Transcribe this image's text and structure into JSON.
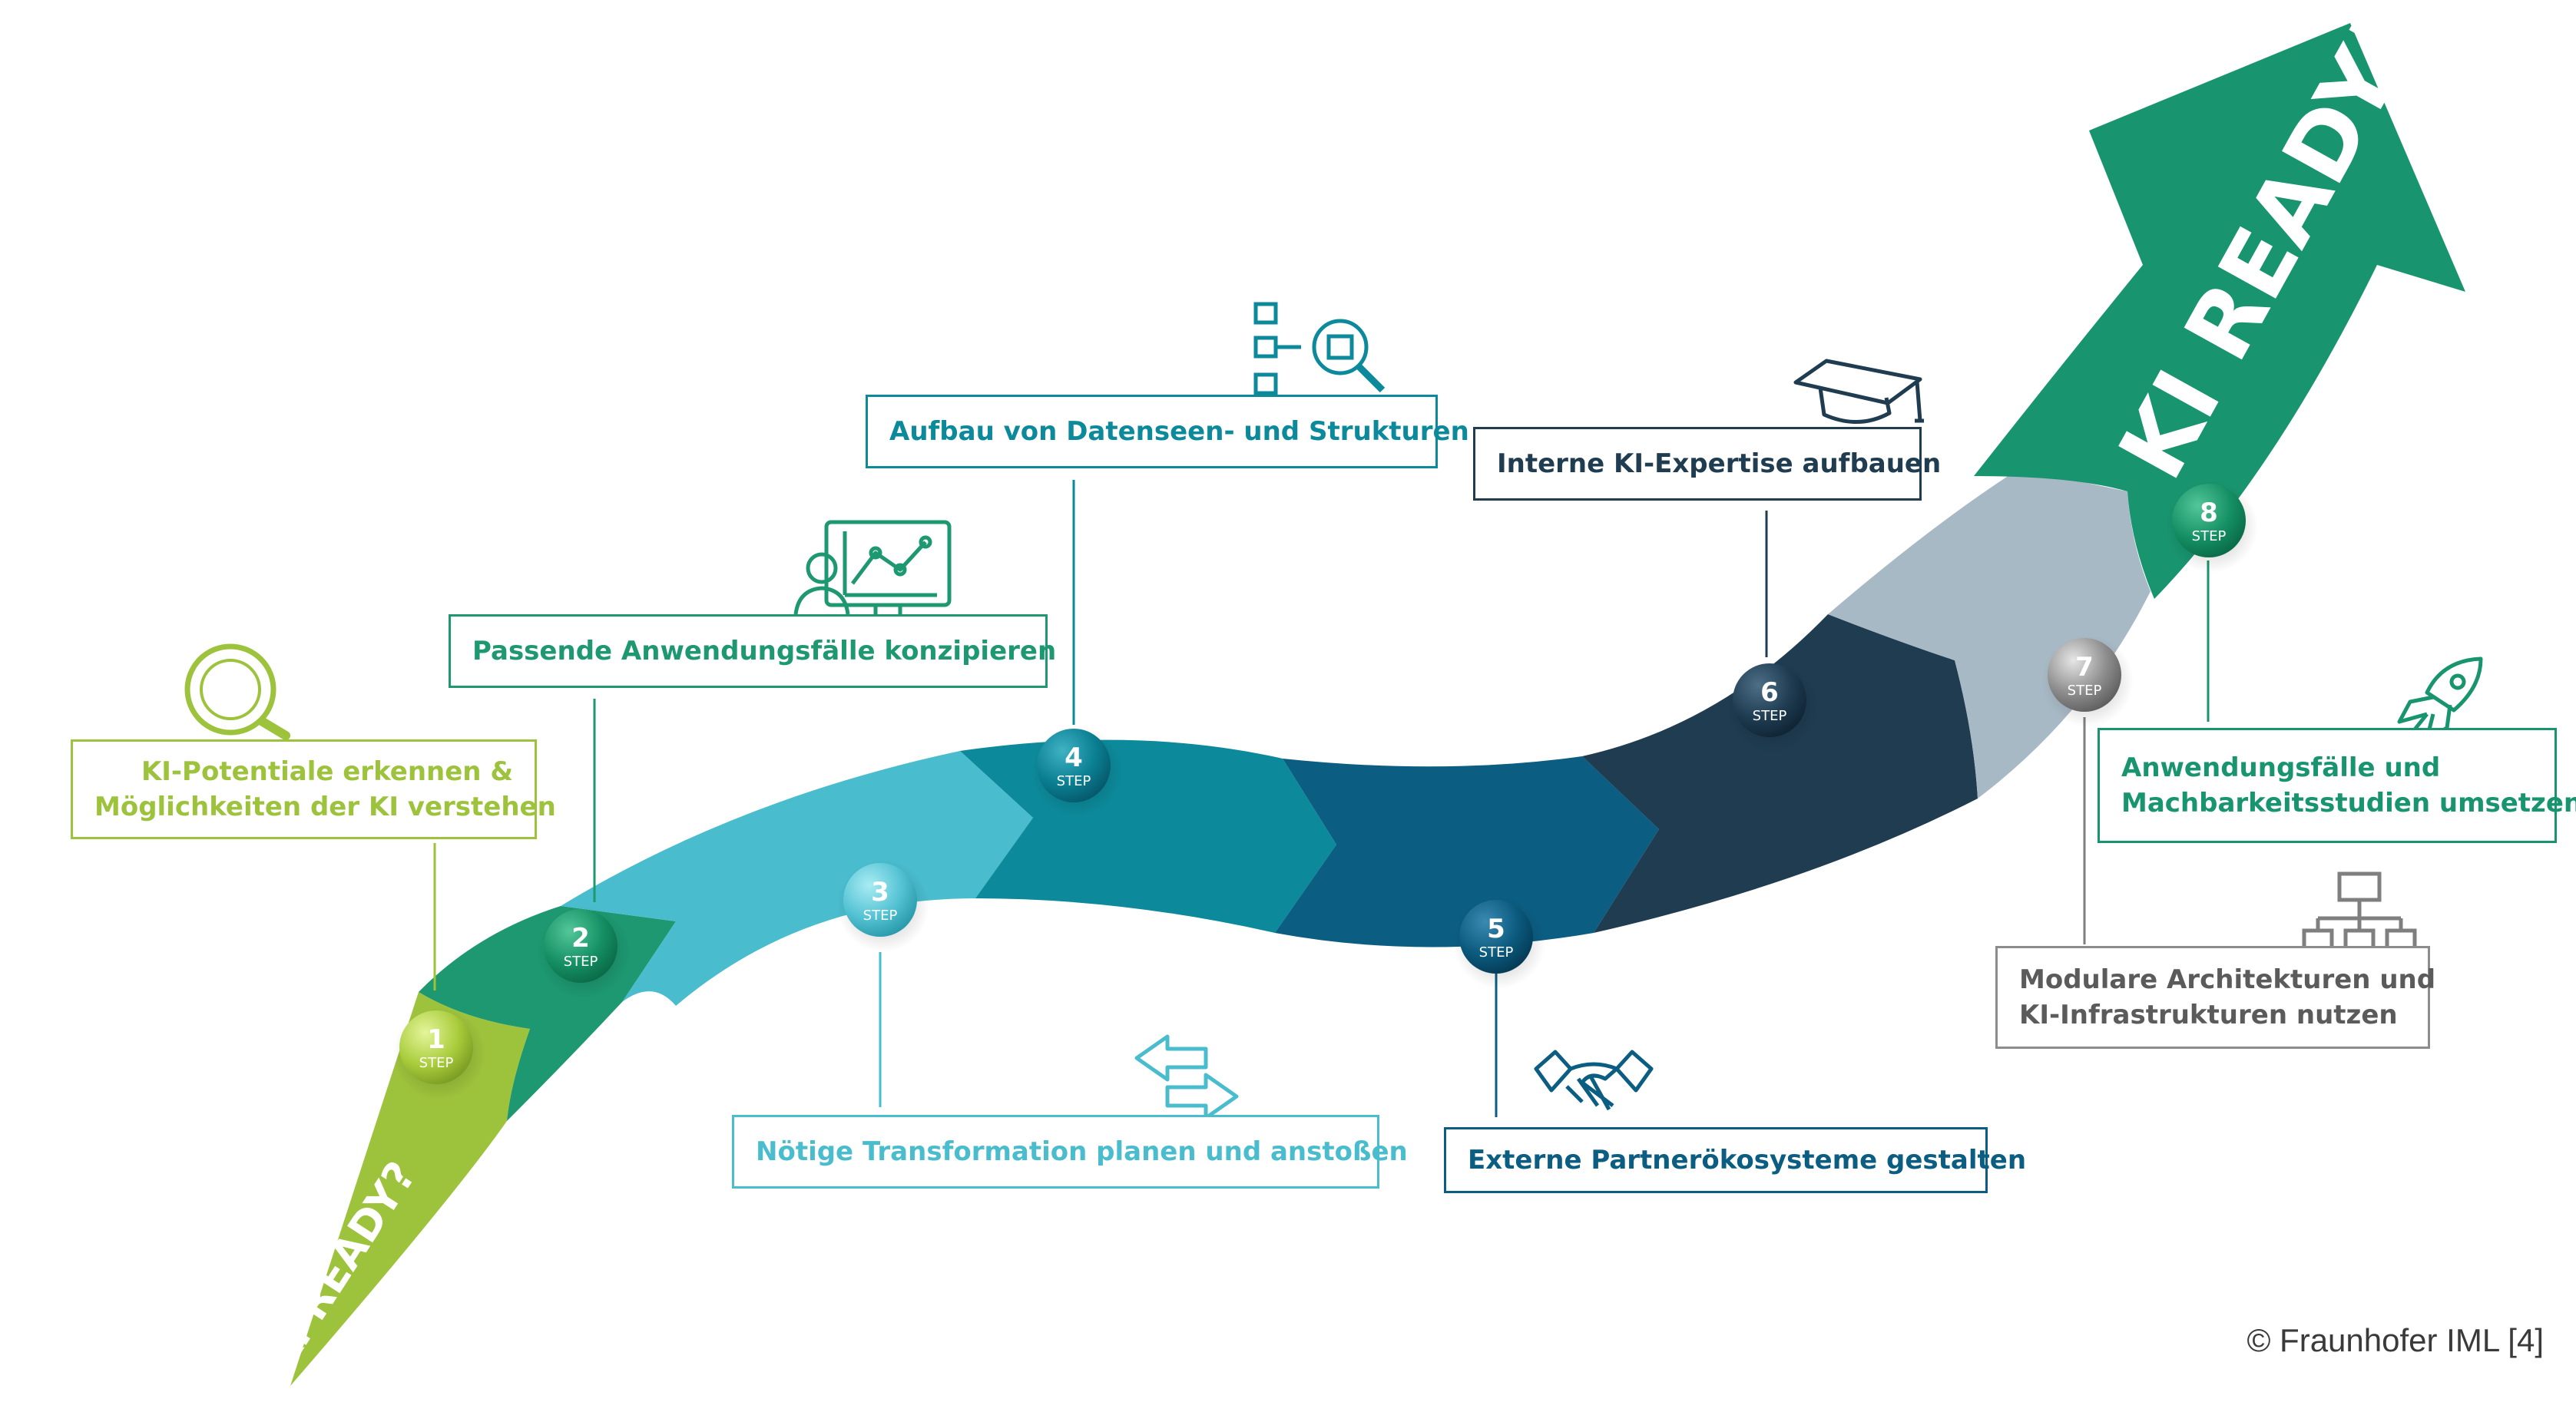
{
  "colors": {
    "lime": "#9dc23c",
    "green": "#1d9870",
    "light_teal": "#49bccd",
    "teal": "#0c8a9b",
    "blue": "#0b5d82",
    "navy": "#1f3c51",
    "grey": "#a8b9c6",
    "arrow_green": "#18946f"
  },
  "ribbon": {
    "start_label": "KI READY?",
    "end_label": "KI READY!"
  },
  "step_word": "STEP",
  "steps": [
    {
      "number": "1",
      "line1": "KI-Potentiale erkennen &",
      "line2": "Möglichkeiten der KI verstehen",
      "icon": "magnifier-icon"
    },
    {
      "number": "2",
      "line1": "Passende Anwendungsfälle konzipieren",
      "icon": "presentation-chart-icon"
    },
    {
      "number": "3",
      "line1": "Nötige Transformation planen und anstoßen",
      "icon": "exchange-arrows-icon"
    },
    {
      "number": "4",
      "line1": "Aufbau von Datenseen- und Strukturen",
      "icon": "data-structure-search-icon"
    },
    {
      "number": "5",
      "line1": "Externe Partnerökosysteme gestalten",
      "icon": "handshake-icon"
    },
    {
      "number": "6",
      "line1": "Interne KI-Expertise aufbauen",
      "icon": "graduation-cap-icon"
    },
    {
      "number": "7",
      "line1": "Modulare Architekturen und",
      "line2": "KI-Infrastrukturen nutzen",
      "icon": "network-hierarchy-icon"
    },
    {
      "number": "8",
      "line1": "Anwendungsfälle und",
      "line2": "Machbarkeitsstudien umsetzen",
      "icon": "rocket-icon"
    }
  ],
  "copyright": "© Fraunhofer IML [4]"
}
